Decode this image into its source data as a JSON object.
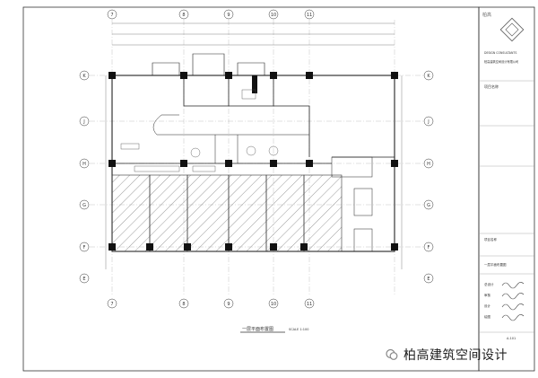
{
  "drawing": {
    "title": "一层平面布置图",
    "scale": "SCALE 1:100",
    "grid_top": [
      "7",
      "8",
      "9",
      "10",
      "11"
    ],
    "grid_bottom": [
      "7",
      "8",
      "9",
      "10",
      "11"
    ],
    "grid_left": [
      "K",
      "J",
      "H",
      "G",
      "F",
      "E"
    ],
    "grid_right": [
      "K",
      "J",
      "H",
      "G",
      "F",
      "E"
    ]
  },
  "title_block": {
    "logo_text": "柏高",
    "company_lines": [
      "DESIGN CONSULTANTS",
      "柏高建筑空间设计有限公司"
    ],
    "section_header": "项目名称",
    "project_label": "项目名称",
    "drawing_label": "一层平面布置图",
    "signatures": [
      "总设计",
      "审核",
      "设计",
      "绘图"
    ],
    "drawing_no": "A-101"
  },
  "watermark": {
    "text": "柏高建筑空间设计"
  }
}
